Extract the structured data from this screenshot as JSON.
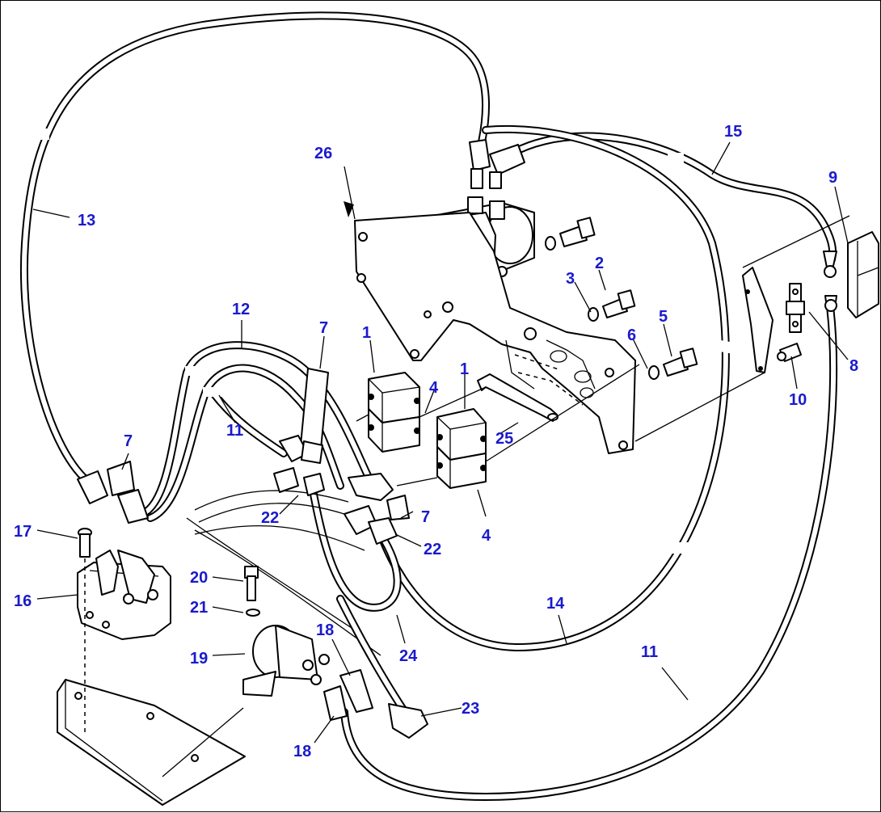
{
  "diagram": {
    "colors": {
      "line": "#000000",
      "callout": "#1a1acc",
      "background": "#ffffff"
    },
    "callouts": [
      {
        "id": "c1a",
        "label": "1"
      },
      {
        "id": "c1b",
        "label": "1"
      },
      {
        "id": "c2",
        "label": "2"
      },
      {
        "id": "c3",
        "label": "3"
      },
      {
        "id": "c4a",
        "label": "4"
      },
      {
        "id": "c4b",
        "label": "4"
      },
      {
        "id": "c5",
        "label": "5"
      },
      {
        "id": "c6",
        "label": "6"
      },
      {
        "id": "c7a",
        "label": "7"
      },
      {
        "id": "c7b",
        "label": "7"
      },
      {
        "id": "c7c",
        "label": "7"
      },
      {
        "id": "c8",
        "label": "8"
      },
      {
        "id": "c9",
        "label": "9"
      },
      {
        "id": "c10",
        "label": "10"
      },
      {
        "id": "c11a",
        "label": "11"
      },
      {
        "id": "c11b",
        "label": "11"
      },
      {
        "id": "c12",
        "label": "12"
      },
      {
        "id": "c13",
        "label": "13"
      },
      {
        "id": "c14",
        "label": "14"
      },
      {
        "id": "c15",
        "label": "15"
      },
      {
        "id": "c16",
        "label": "16"
      },
      {
        "id": "c17",
        "label": "17"
      },
      {
        "id": "c18a",
        "label": "18"
      },
      {
        "id": "c18b",
        "label": "18"
      },
      {
        "id": "c19",
        "label": "19"
      },
      {
        "id": "c20",
        "label": "20"
      },
      {
        "id": "c21",
        "label": "21"
      },
      {
        "id": "c22a",
        "label": "22"
      },
      {
        "id": "c22b",
        "label": "22"
      },
      {
        "id": "c23",
        "label": "23"
      },
      {
        "id": "c24",
        "label": "24"
      },
      {
        "id": "c25",
        "label": "25"
      },
      {
        "id": "c26",
        "label": "26"
      }
    ]
  }
}
